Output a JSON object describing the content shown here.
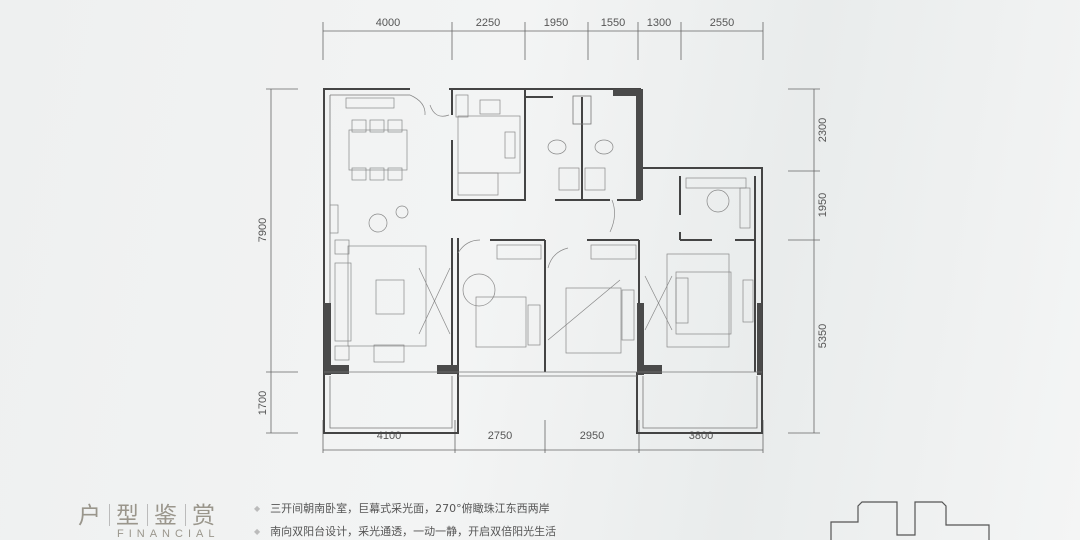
{
  "dimensions": {
    "top": [
      "4000",
      "2250",
      "1950",
      "1550",
      "1300",
      "2550"
    ],
    "bottom": [
      "4100",
      "2750",
      "2950",
      "3800"
    ],
    "left": [
      "7900",
      "1700"
    ],
    "right": [
      "2300",
      "1950",
      "5350"
    ]
  },
  "section": {
    "title_chars": [
      "户",
      "型",
      "鉴",
      "赏"
    ],
    "subtitle": "FINANCIAL"
  },
  "features": [
    "三开间朝南卧室，巨幕式采光面，270°俯瞰珠江东西两岸",
    "南向双阳台设计，采光通透，一动一静，开启双倍阳光生活"
  ],
  "colors": {
    "wall": "#444444",
    "title": "#9a968c",
    "background": "#eef0f0"
  }
}
